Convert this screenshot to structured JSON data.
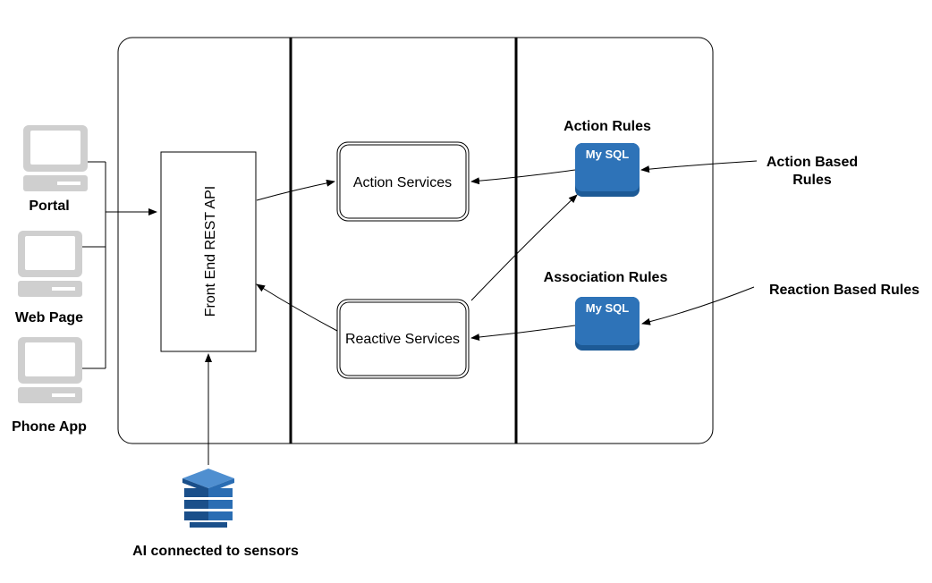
{
  "clients": [
    {
      "label": "Portal",
      "icon": "computer-icon"
    },
    {
      "label": "Web Page",
      "icon": "computer-icon"
    },
    {
      "label": "Phone App",
      "icon": "computer-icon"
    }
  ],
  "api": {
    "label": "Front End REST API"
  },
  "services": {
    "action": "Action Services",
    "reactive": "Reactive Services"
  },
  "databases": {
    "action": {
      "title": "Action Rules",
      "label": "My SQL",
      "icon": "mysql-database-icon"
    },
    "association": {
      "title": "Association Rules",
      "label": "My SQL",
      "icon": "mysql-database-icon"
    }
  },
  "inputs": {
    "action_line1": "Action Based",
    "action_line2": "Rules",
    "reaction": "Reaction Based Rules"
  },
  "sensor": {
    "label": "AI connected to sensors",
    "icon": "sensor-stack-icon"
  },
  "colors": {
    "db_fill": "#2e73b8",
    "db_dark": "#1d5a96",
    "computer_gray": "#cfcfcf",
    "sensor_blue": "#2a6db3",
    "sensor_dark": "#1a4f8a"
  }
}
